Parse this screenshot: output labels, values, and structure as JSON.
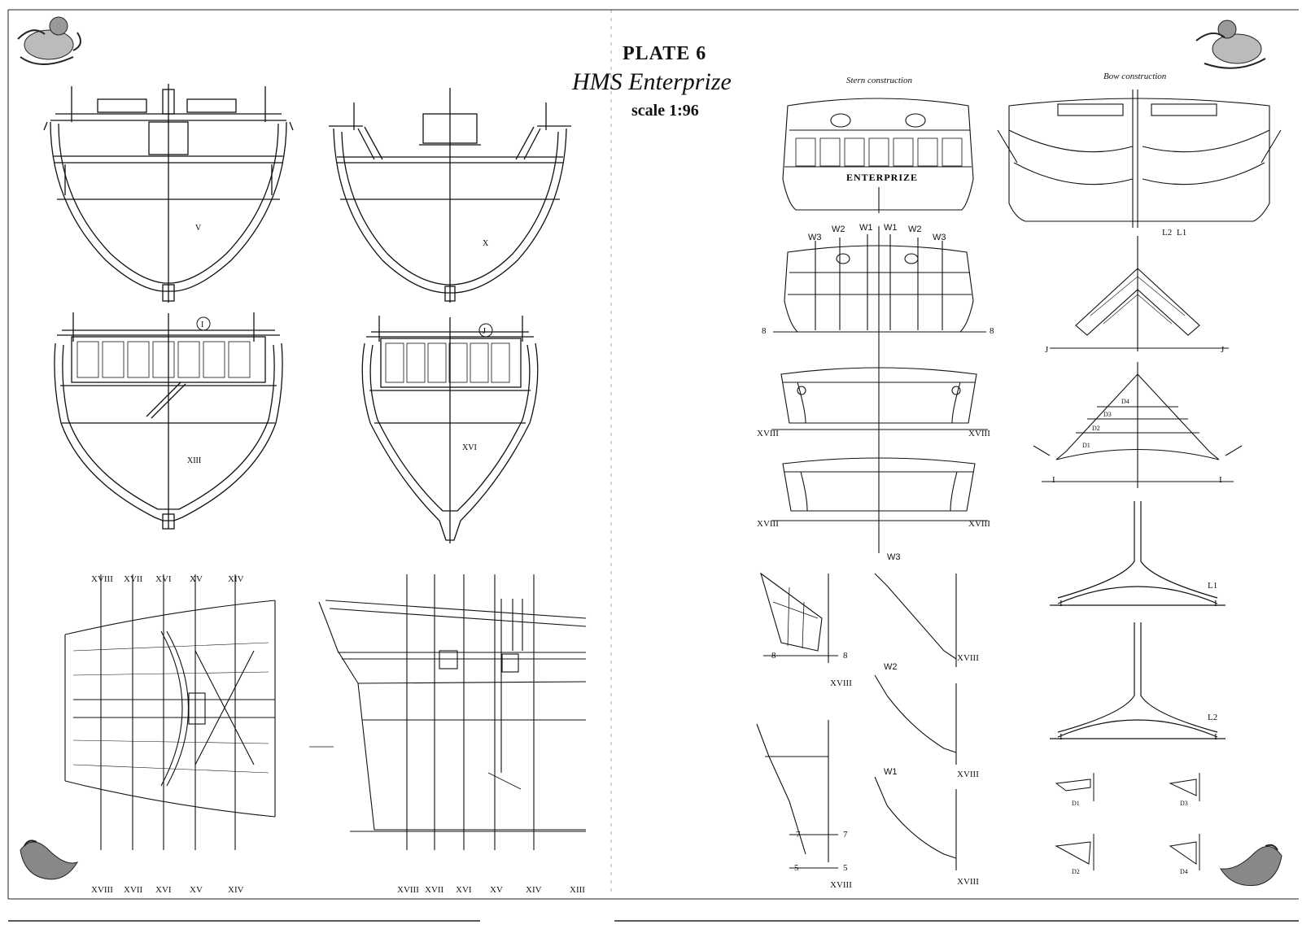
{
  "header": {
    "title": "PLATE 6",
    "subtitle": "HMS Enterprize",
    "scale": "scale 1:96"
  },
  "captions": {
    "stern": "Stern construction",
    "bow": "Bow construction",
    "ship_name": "ENTERPRIZE"
  },
  "sections": {
    "v": "V",
    "x": "X",
    "xiii": "XIII",
    "xvi": "XVI",
    "i": "I",
    "j": "J"
  },
  "frames_plan": [
    "XVIII",
    "XVII",
    "XVI",
    "XV",
    "XIV"
  ],
  "frames_profile": [
    "XVIII",
    "XVII",
    "XVI",
    "XV",
    "XIV",
    "XIII"
  ],
  "stern_labels": {
    "top": [
      "W3",
      "W2",
      "W1",
      "W1",
      "W2",
      "W3"
    ],
    "line8": "8",
    "xviii": "XVIII",
    "w3": "W3",
    "w2": "W2",
    "w1": "W1",
    "line7": "7",
    "line5": "5"
  },
  "bow_labels": {
    "l2": "L2",
    "l1": "L1",
    "j": "J",
    "i": "I",
    "d1": "D1",
    "d2": "D2",
    "d3": "D3",
    "d4": "D4"
  }
}
